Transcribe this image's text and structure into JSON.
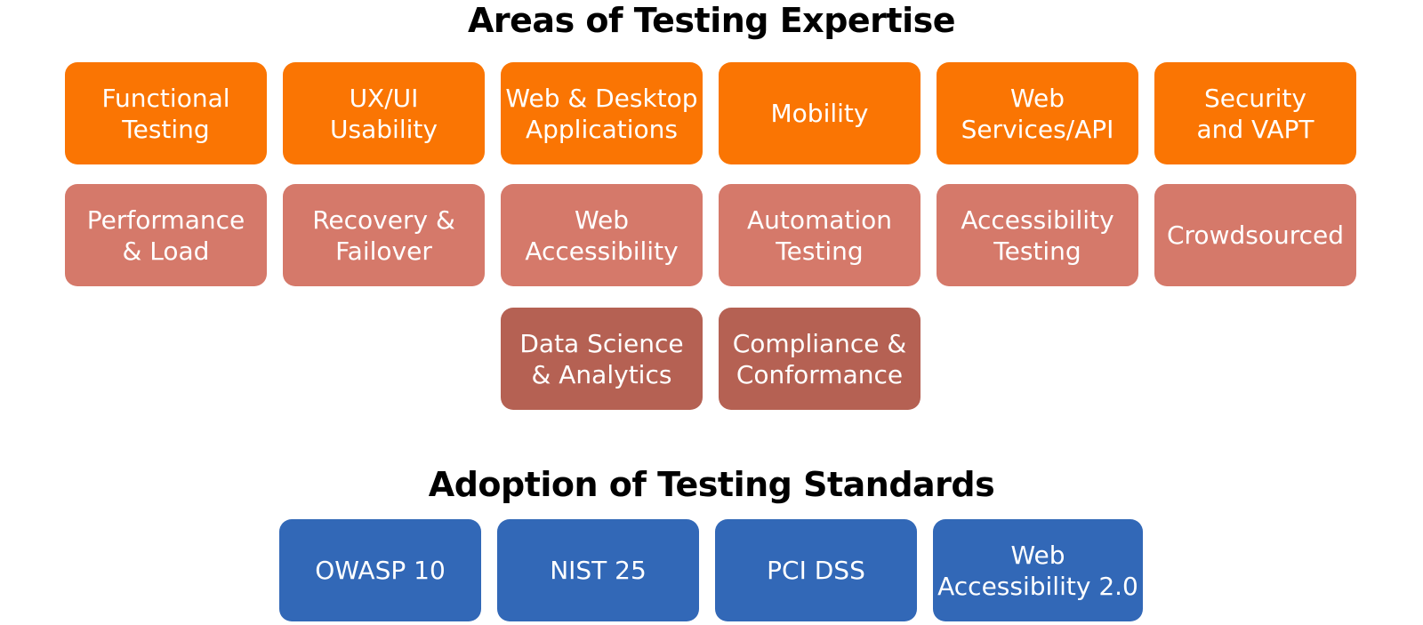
{
  "headings": {
    "areas": "Areas of Testing Expertise",
    "standards": "Adoption of Testing Standards"
  },
  "colors": {
    "tier_1": "#fa7503",
    "tier_2": "#d5796a",
    "tier_3": "#b56153",
    "standards": "#3268b7",
    "heading_text": "#000000",
    "tile_text": "#ffffff"
  },
  "expertise": {
    "row_1": [
      "Functional\nTesting",
      "UX/UI\nUsability",
      "Web & Desktop\nApplications",
      "Mobility",
      "Web\nServices/API",
      "Security\nand VAPT"
    ],
    "row_2": [
      "Performance\n& Load",
      "Recovery &\nFailover",
      "Web\nAccessibility",
      "Automation\nTesting",
      "Accessibility\nTesting",
      "Crowdsourced"
    ],
    "row_3": [
      "Data Science\n& Analytics",
      "Compliance &\nConformance"
    ]
  },
  "standards": [
    "OWASP 10",
    "NIST 25",
    "PCI DSS",
    "Web\nAccessibility 2.0"
  ]
}
